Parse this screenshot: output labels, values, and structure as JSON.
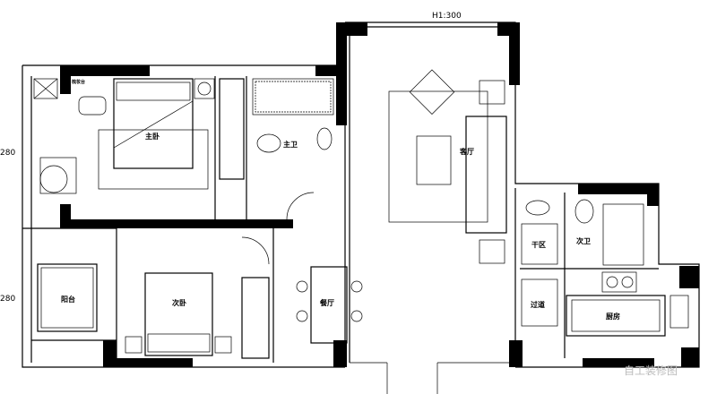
{
  "dimensions": {
    "top": "H1:300",
    "left_upper": ":280",
    "left_lower": ":280"
  },
  "rooms": {
    "master_bedroom": "主卧",
    "master_bath": "主卫",
    "living_room": "客厅",
    "second_bedroom": "次卧",
    "balcony": "阳台",
    "dining": "餐厅",
    "dry_area": "干区",
    "second_bath": "次卫",
    "corridor": "过道",
    "kitchen": "厨房"
  },
  "furniture": {
    "dresser": "梳妆台"
  },
  "watermark": "自工装修图"
}
